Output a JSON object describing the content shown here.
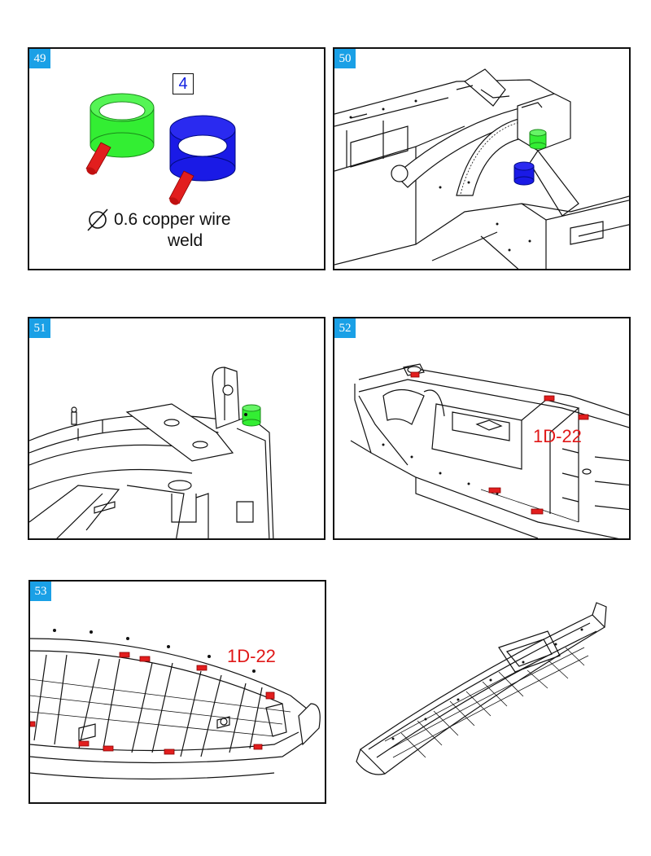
{
  "steps": {
    "s49": {
      "number": "49",
      "part_number": "4",
      "diameter_symbol": "∅",
      "caption_line1": "0.6 copper wire",
      "caption_line2": "weld"
    },
    "s50": {
      "number": "50"
    },
    "s51": {
      "number": "51"
    },
    "s52": {
      "number": "52",
      "part_label": "1D-22"
    },
    "s53": {
      "number": "53",
      "part_label": "1D-22"
    }
  },
  "colors": {
    "badge": "#1aa0e6",
    "green_ring": "#33ee33",
    "blue_ring": "#1a1ae6",
    "red_pin": "#e21e1e",
    "label_red": "#e01818"
  }
}
